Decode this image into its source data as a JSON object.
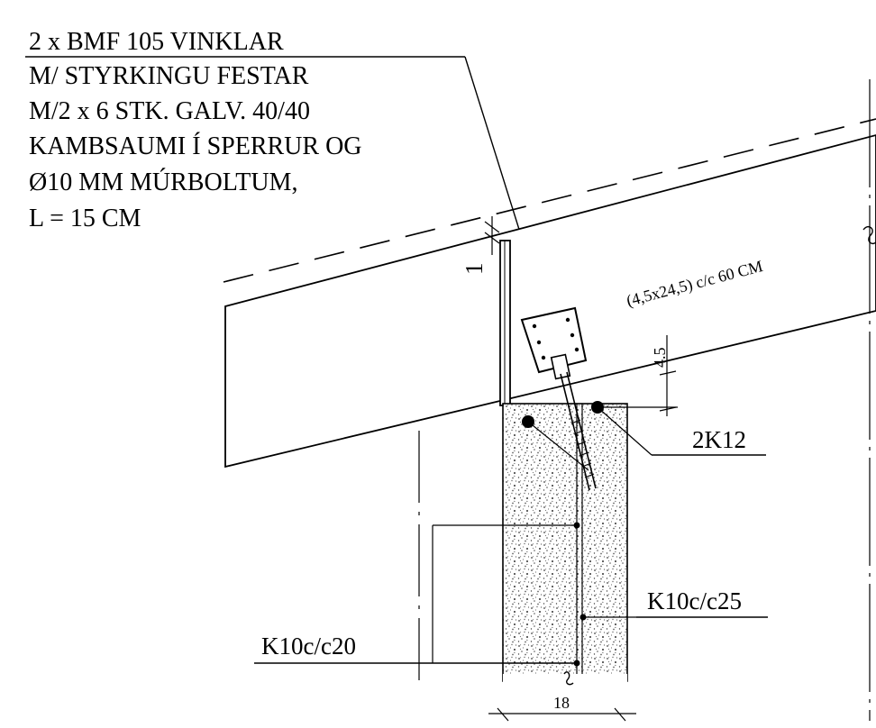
{
  "drawing": {
    "note_lines": [
      "2 x BMF 105 VINKLAR",
      "M/ STYRKINGU FESTAR",
      "M/2 x 6 STK. GALV. 40/40",
      "KAMBSAUMI Í SPERRUR OG",
      "Ø10 MM MÚRBOLTUM,",
      "L = 15 CM"
    ],
    "rafter_label": "(4,5x24,5) c/c 60 CM",
    "dim_roof_gap": "1",
    "dim_bearing": "4.5",
    "dim_wall_width": "18",
    "rebar_top": "2K12",
    "rebar_outer": "K10c/c25",
    "rebar_inner": "K10c/c20"
  }
}
